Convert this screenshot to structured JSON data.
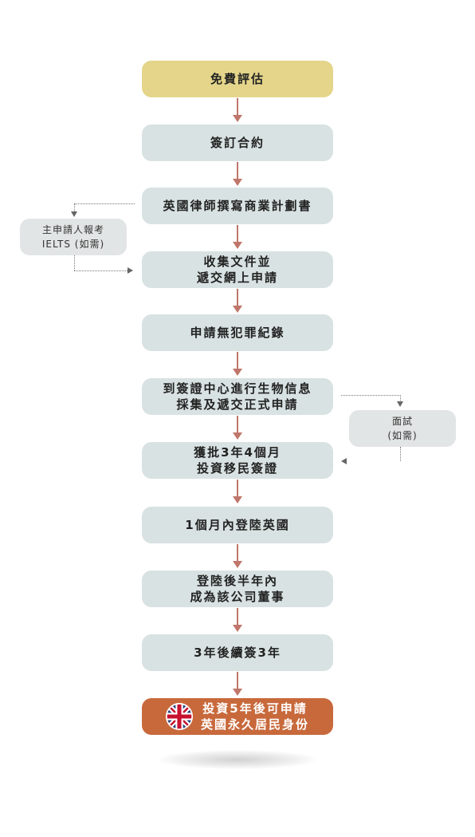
{
  "steps": [
    {
      "lines": [
        "免費評估"
      ]
    },
    {
      "lines": [
        "簽訂合約"
      ]
    },
    {
      "lines": [
        "英國律師撰寫商業計劃書"
      ]
    },
    {
      "lines": [
        "收集文件並",
        "遞交網上申請"
      ]
    },
    {
      "lines": [
        "申請無犯罪紀錄"
      ]
    },
    {
      "lines": [
        "到簽證中心進行生物信息",
        "採集及遞交正式申請"
      ]
    },
    {
      "lines": [
        "獲批3年4個月",
        "投資移民簽證"
      ]
    },
    {
      "lines": [
        "1個月內登陸英國"
      ]
    },
    {
      "lines": [
        "登陸後半年內",
        "成為該公司董事"
      ]
    },
    {
      "lines": [
        "3年後續簽3年"
      ]
    },
    {
      "lines": [
        "投資5年後可申請",
        "英國永久居民身份"
      ]
    }
  ],
  "side_notes": [
    {
      "lines": [
        "主申請人報考",
        "IELTS (如需)"
      ]
    },
    {
      "lines": [
        "面試",
        "(如需)"
      ]
    }
  ],
  "icons": {
    "final_step": "uk-flag-icon"
  },
  "colors": {
    "first_step": "#e4d58a",
    "step": "#d9e2e2",
    "final_step": "#c8693c",
    "arrow": "#c0766a"
  }
}
